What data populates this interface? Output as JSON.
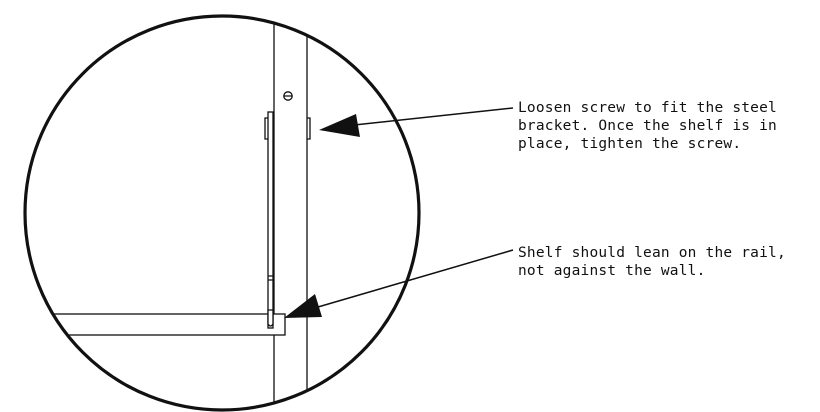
{
  "callouts": {
    "screw": {
      "lines": [
        "Loosen screw to fit the steel",
        "bracket. Once the shelf is in",
        "place, tighten the screw."
      ]
    },
    "shelf": {
      "lines": [
        "Shelf should lean on the rail,",
        "not against the wall."
      ]
    }
  },
  "colors": {
    "stroke": "#111111",
    "background": "#ffffff"
  }
}
